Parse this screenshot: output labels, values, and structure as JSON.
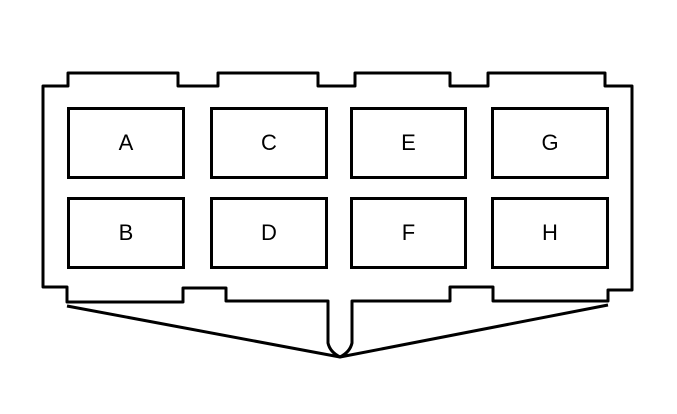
{
  "diagram": {
    "type": "connector-face-view",
    "stroke_color": "#000000",
    "background": "#ffffff",
    "cavities": [
      {
        "label": "A",
        "row": 1,
        "col": 1
      },
      {
        "label": "C",
        "row": 1,
        "col": 2
      },
      {
        "label": "E",
        "row": 1,
        "col": 3
      },
      {
        "label": "G",
        "row": 1,
        "col": 4
      },
      {
        "label": "B",
        "row": 2,
        "col": 1
      },
      {
        "label": "D",
        "row": 2,
        "col": 2
      },
      {
        "label": "F",
        "row": 2,
        "col": 3
      },
      {
        "label": "H",
        "row": 2,
        "col": 4
      }
    ]
  }
}
